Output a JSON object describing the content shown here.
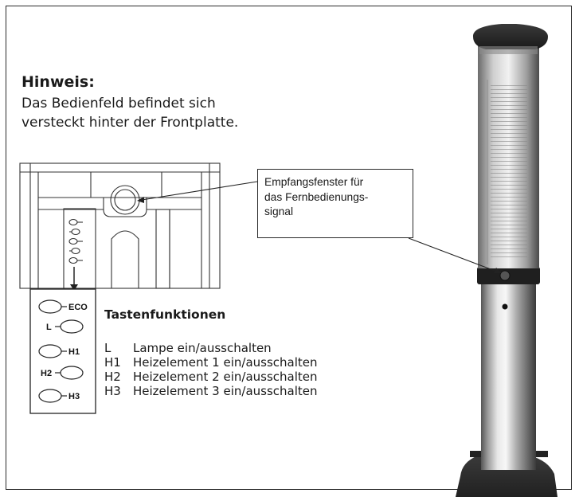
{
  "note": {
    "title": "Hinweis:",
    "lines": [
      "Das Bedienfeld befindet sich",
      "versteckt hinter der Frontplatte."
    ]
  },
  "callout": {
    "lines": [
      "Empfangsfenster für",
      "das Fernbedienungs-",
      "signal"
    ]
  },
  "panel_buttons": [
    "ECO",
    "L",
    "H1",
    "H2",
    "H3"
  ],
  "functions": {
    "title": "Tastenfunktionen",
    "items": [
      {
        "key": "L",
        "text": "Lampe ein/ausschalten"
      },
      {
        "key": "H1",
        "text": "Heizelement 1 ein/ausschalten"
      },
      {
        "key": "H2",
        "text": "Heizelement 2 ein/ausschalten"
      },
      {
        "key": "H3",
        "text": "Heizelement 3 ein/ausschalten"
      }
    ]
  }
}
